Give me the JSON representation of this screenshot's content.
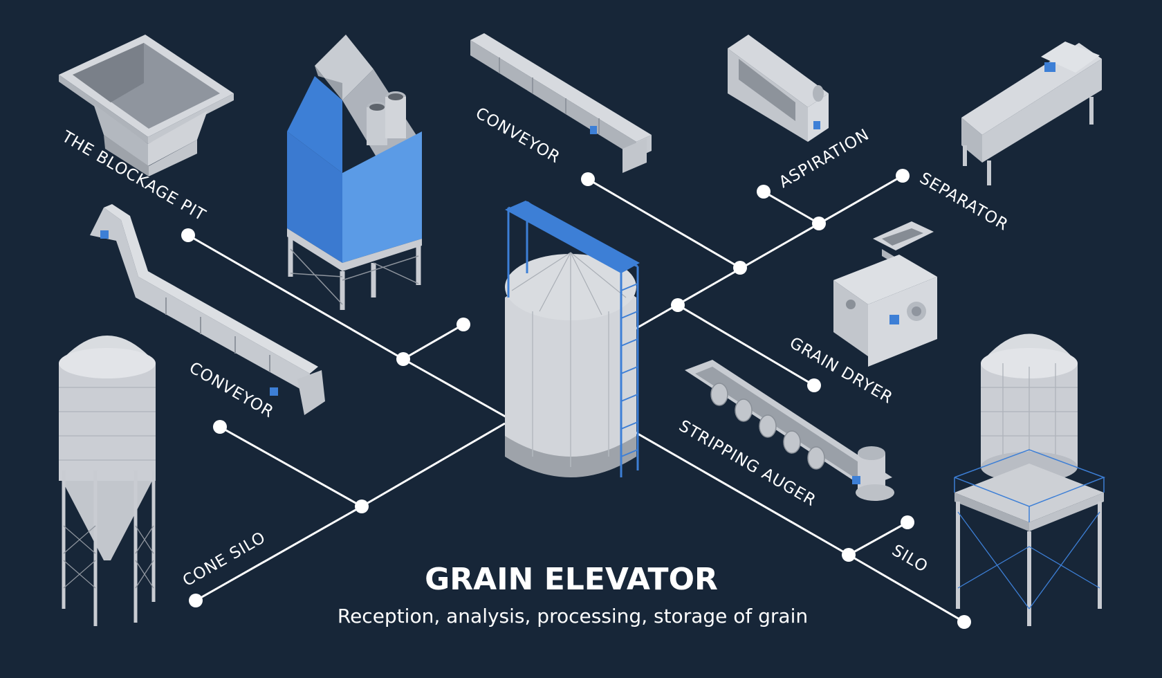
{
  "title": "GRAIN ELEVATOR",
  "subtitle": "Reception, analysis, processing, storage of grain",
  "labels": {
    "blockage_pit": "THE BLOCKAGE PIT",
    "conveyor_top": "CONVEYOR",
    "aspiration": "ASPIRATION",
    "separator": "SEPARATOR",
    "conveyor_left": "CONVEYOR",
    "grain_dryer": "GRAIN DRYER",
    "stripping_auger": "STRIPPING AUGER",
    "cone_silo": "CONE SILO",
    "silo": "SILO"
  },
  "colors": {
    "background": "#172638",
    "accent_blue": "#3d7fd6",
    "equipment_gray": "#cfd3d9",
    "line": "#ffffff"
  }
}
